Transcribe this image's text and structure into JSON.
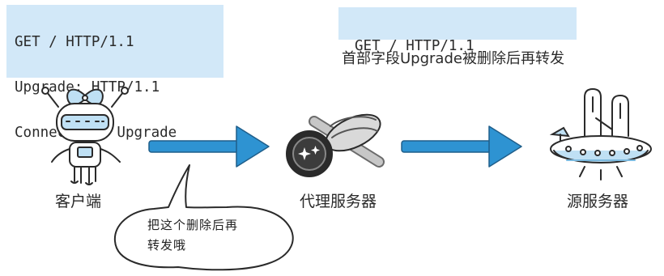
{
  "request_headers": {
    "lines": [
      "GET / HTTP/1.1",
      "Upgrade: HTTP/1.1",
      "Connection: Upgrade"
    ]
  },
  "forwarded_request": {
    "line": "GET / HTTP/1.1",
    "note": "首部字段Upgrade被删除后再转发"
  },
  "nodes": {
    "client": "客户端",
    "proxy": "代理服务器",
    "origin": "源服务器"
  },
  "speech_bubble": {
    "line1": "把这个删除后再",
    "line2": "转发哦"
  },
  "colors": {
    "header_box": "#d2e8f8",
    "arrow": "#2e93d2"
  }
}
